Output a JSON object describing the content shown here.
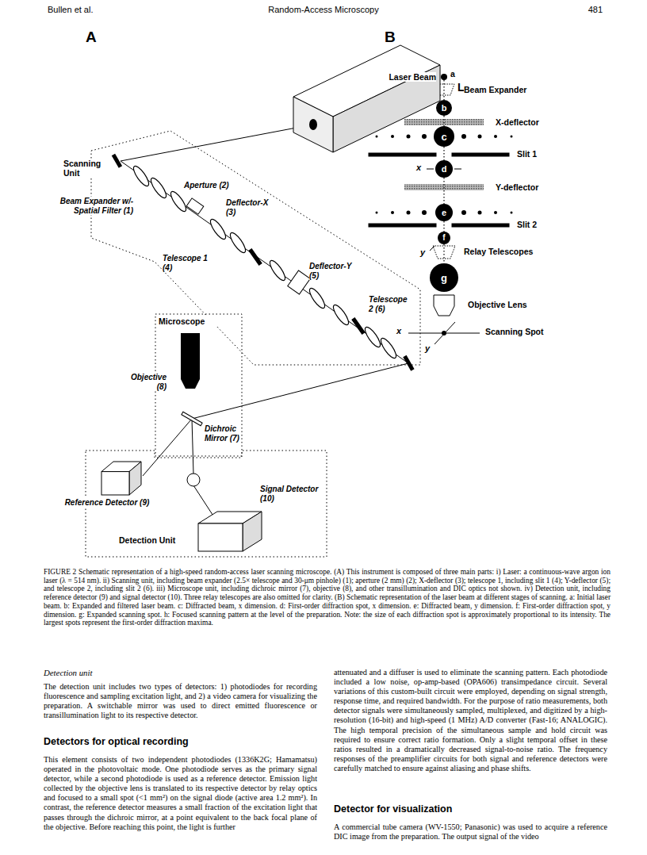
{
  "diagram": {
    "caption": "FIGURE 2 Schematic representation of a high-speed random-access laser scanning microscope. (A) This instrument is composed of three main parts: i) Laser: a continuous-wave argon ion laser (λ = 514 nm). ii) Scanning unit, including beam expander (2.5× telescope and 30-μm pinhole) (1); aperture (2 mm) (2); X-deflector (3); telescope 1, including slit 1 (4); Y-deflector (5); and telescope 2, including slit 2 (6). iii) Microscope unit, including dichroic mirror (7), objective (8), and other transillumination and DIC optics not shown. iv) Detection unit, including reference detector (9) and signal detector (10). Three relay telescopes are also omitted for clarity. (B) Schematic representation of the laser beam at different stages of scanning. a: Initial laser beam. b: Expanded and filtered laser beam. c: Diffracted beam, x dimension. d: First-order diffraction spot, x dimension. e: Diffracted beam, y dimension. f: First-order diffraction spot, y dimension. g: Expanded scanning spot. h: Focused scanning pattern at the level of the preparation. Note: the size of each diffraction spot is approximately proportional to its intensity. The largest spots represent the first-order diffraction maxima.",
    "nodes": [
      {
        "text": [
          "Laser"
        ]
      },
      {
        "text": [
          "Scanning Unit"
        ]
      },
      {
        "text": [
          "Microscope"
        ]
      },
      {
        "text": [
          "Detection Unit"
        ]
      },
      {
        "text": [
          "Reference Detector (9)"
        ],
        "in": 3
      },
      {
        "text": [
          "Signal Detector (10)"
        ],
        "in": 3
      },
      {
        "text": [
          "a"
        ]
      },
      {
        "text": [
          "b"
        ]
      },
      {
        "text": [
          "c"
        ]
      },
      {
        "text": [
          "d"
        ]
      },
      {
        "text": [
          "e"
        ]
      },
      {
        "text": [
          "f"
        ]
      },
      {
        "text": [
          "g"
        ]
      }
    ],
    "edges": [
      {
        "from": 6,
        "to": 7,
        "arrow": "none"
      },
      {
        "from": 7,
        "to": 8,
        "arrow": "none"
      },
      {
        "from": 8,
        "to": 9,
        "arrow": "none"
      },
      {
        "from": 9,
        "to": 10,
        "arrow": "none"
      },
      {
        "from": 10,
        "to": 11,
        "arrow": "none"
      },
      {
        "from": 11,
        "to": 12,
        "arrow": "none"
      }
    ],
    "labels": [
      "Bullen et al.",
      "Random-Access Microscopy",
      "481",
      "A",
      "B",
      "Beam Expander w/- Spatial Filter (1)",
      "Aperture (2)",
      "Deflector-X (3)",
      "Telescope 1 (4)",
      "Deflector-Y (5)",
      "Telescope 2 (6)",
      "Objective (8)",
      "Dichroic Mirror (7)",
      "Laser Beam",
      "Beam Expander",
      "X-deflector",
      "Slit 1",
      "x",
      "Y-deflector",
      "Slit 2",
      "y",
      "Relay Telescopes",
      "Objective Lens",
      "x",
      "y",
      "Scanning Spot",
      "Detection unit",
      "The detection unit includes two types of detectors: 1) photodiodes for recording fluorescence and sampling excitation light, and 2) a video camera for visualizing the preparation. A switchable mirror was used to direct emitted fluorescence or transillumination light to its respective detector.",
      "Detectors for optical recording",
      "This element consists of two independent photodiodes (1336K2G; Hamamatsu) operated in the photovoltaic mode. One photodiode serves as the primary signal detector, while a second photodiode is used as a reference detector. Emission light collected by the objective lens is translated to its respective detector by relay optics and focused to a small spot (<1 mm²) on the signal diode (active area 1.2 mm²). In contrast, the reference detector measures a small fraction of the excitation light that passes through the dichroic mirror, at a point equivalent to the back focal plane of the objective. Before reaching this point, the light is further",
      "attenuated and a diffuser is used to eliminate the scanning pattern. Each photodiode included a low noise, op-amp-based (OPA606) transimpedance circuit. Several variations of this custom-built circuit were employed, depending on signal strength, response time, and required bandwidth. For the purpose of ratio measurements, both detector signals were simultaneously sampled, multiplexed, and digitized by a high-resolution (16-bit) and high-speed (1 MHz) A/D converter (Fast-16; ANALOGIC). The high temporal precision of the simultaneous sample and hold circuit was required to ensure correct ratio formation. Only a slight temporal offset in these ratios resulted in a dramatically decreased signal-to-noise ratio. The frequency responses of the preamplifier circuits for both signal and reference detectors were carefully matched to ensure against aliasing and phase shifts.",
      "Detector for visualization",
      "A commercial tube camera (WV-1550; Panasonic) was used to acquire a reference DIC image from the preparation. The output signal of the video"
    ]
  }
}
